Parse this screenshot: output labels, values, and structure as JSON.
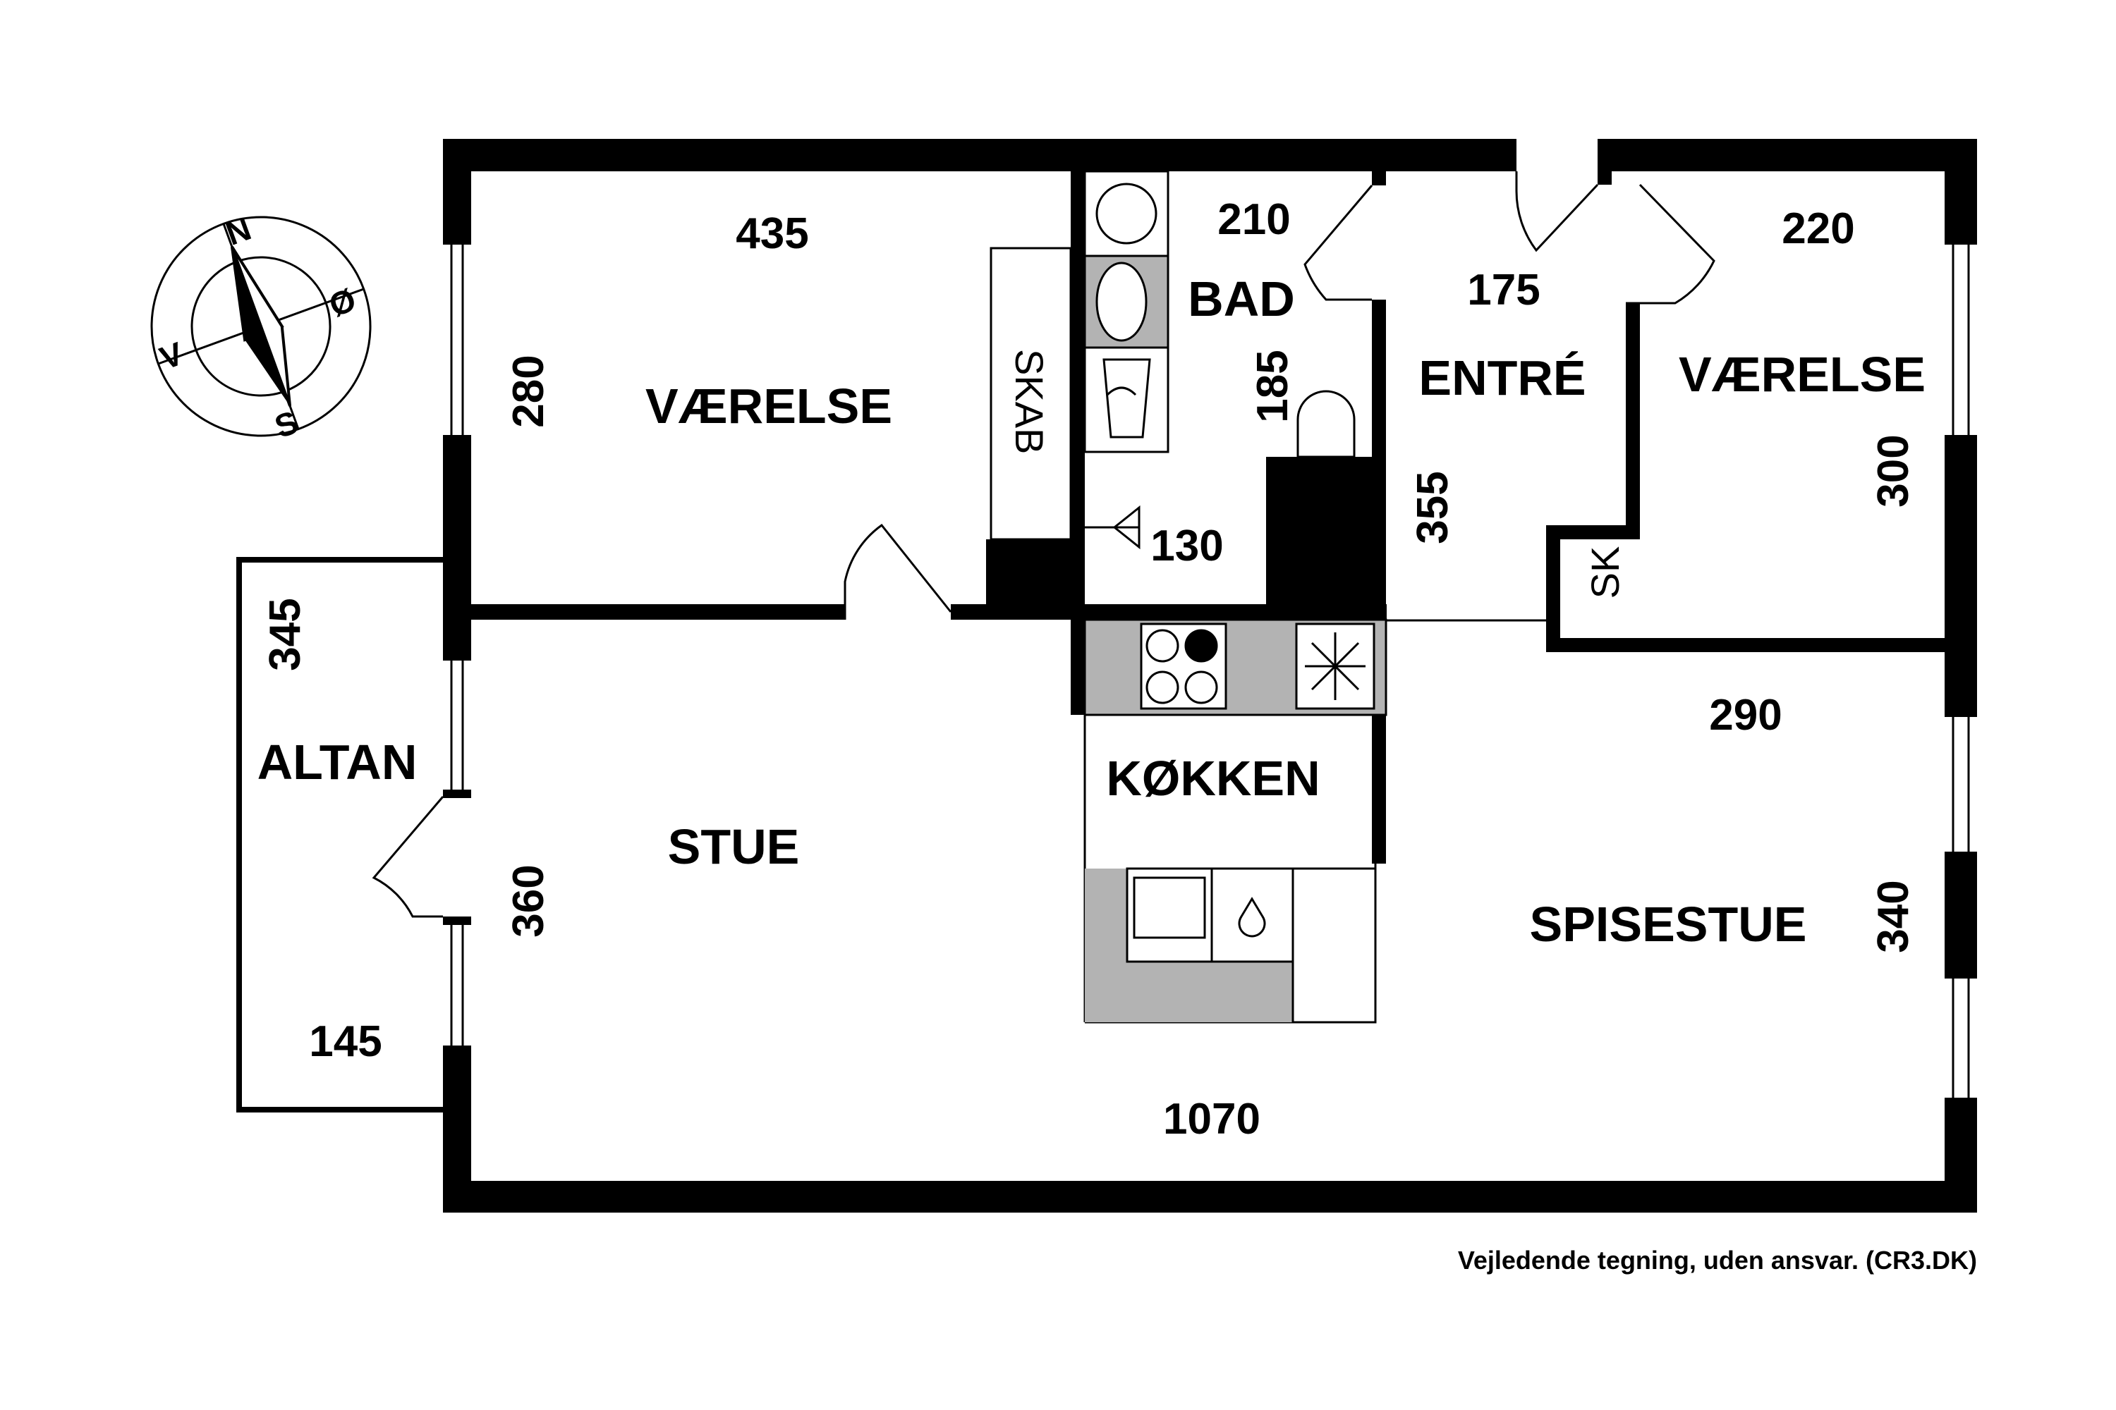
{
  "rooms": {
    "vaerelse_left": "VÆRELSE",
    "bad": "BAD",
    "entre": "ENTRÉ",
    "vaerelse_right": "VÆRELSE",
    "altan": "ALTAN",
    "stue": "STUE",
    "koekken": "KØKKEN",
    "spisestue": "SPISESTUE",
    "skab": "SKAB",
    "sk": "SK"
  },
  "dimensions": {
    "vaerelse_left_width": "435",
    "vaerelse_left_depth": "280",
    "bad_width": "210",
    "bad_depth": "185",
    "bad_small": "130",
    "entre_width": "175",
    "entre_depth": "355",
    "vaerelse_right_width": "220",
    "vaerelse_right_depth": "300",
    "altan_depth": "345",
    "altan_width": "145",
    "stue_depth": "360",
    "spisestue_width": "290",
    "spisestue_depth": "340",
    "total_width": "1070"
  },
  "compass": {
    "north": "N",
    "east": "Ø",
    "south": "S",
    "west": "V"
  },
  "caption": "Vejledende tegning, uden ansvar. (CR3.DK)",
  "colors": {
    "wall": "#000000",
    "fixture_fill": "#b3b3b3",
    "background": "#ffffff"
  }
}
